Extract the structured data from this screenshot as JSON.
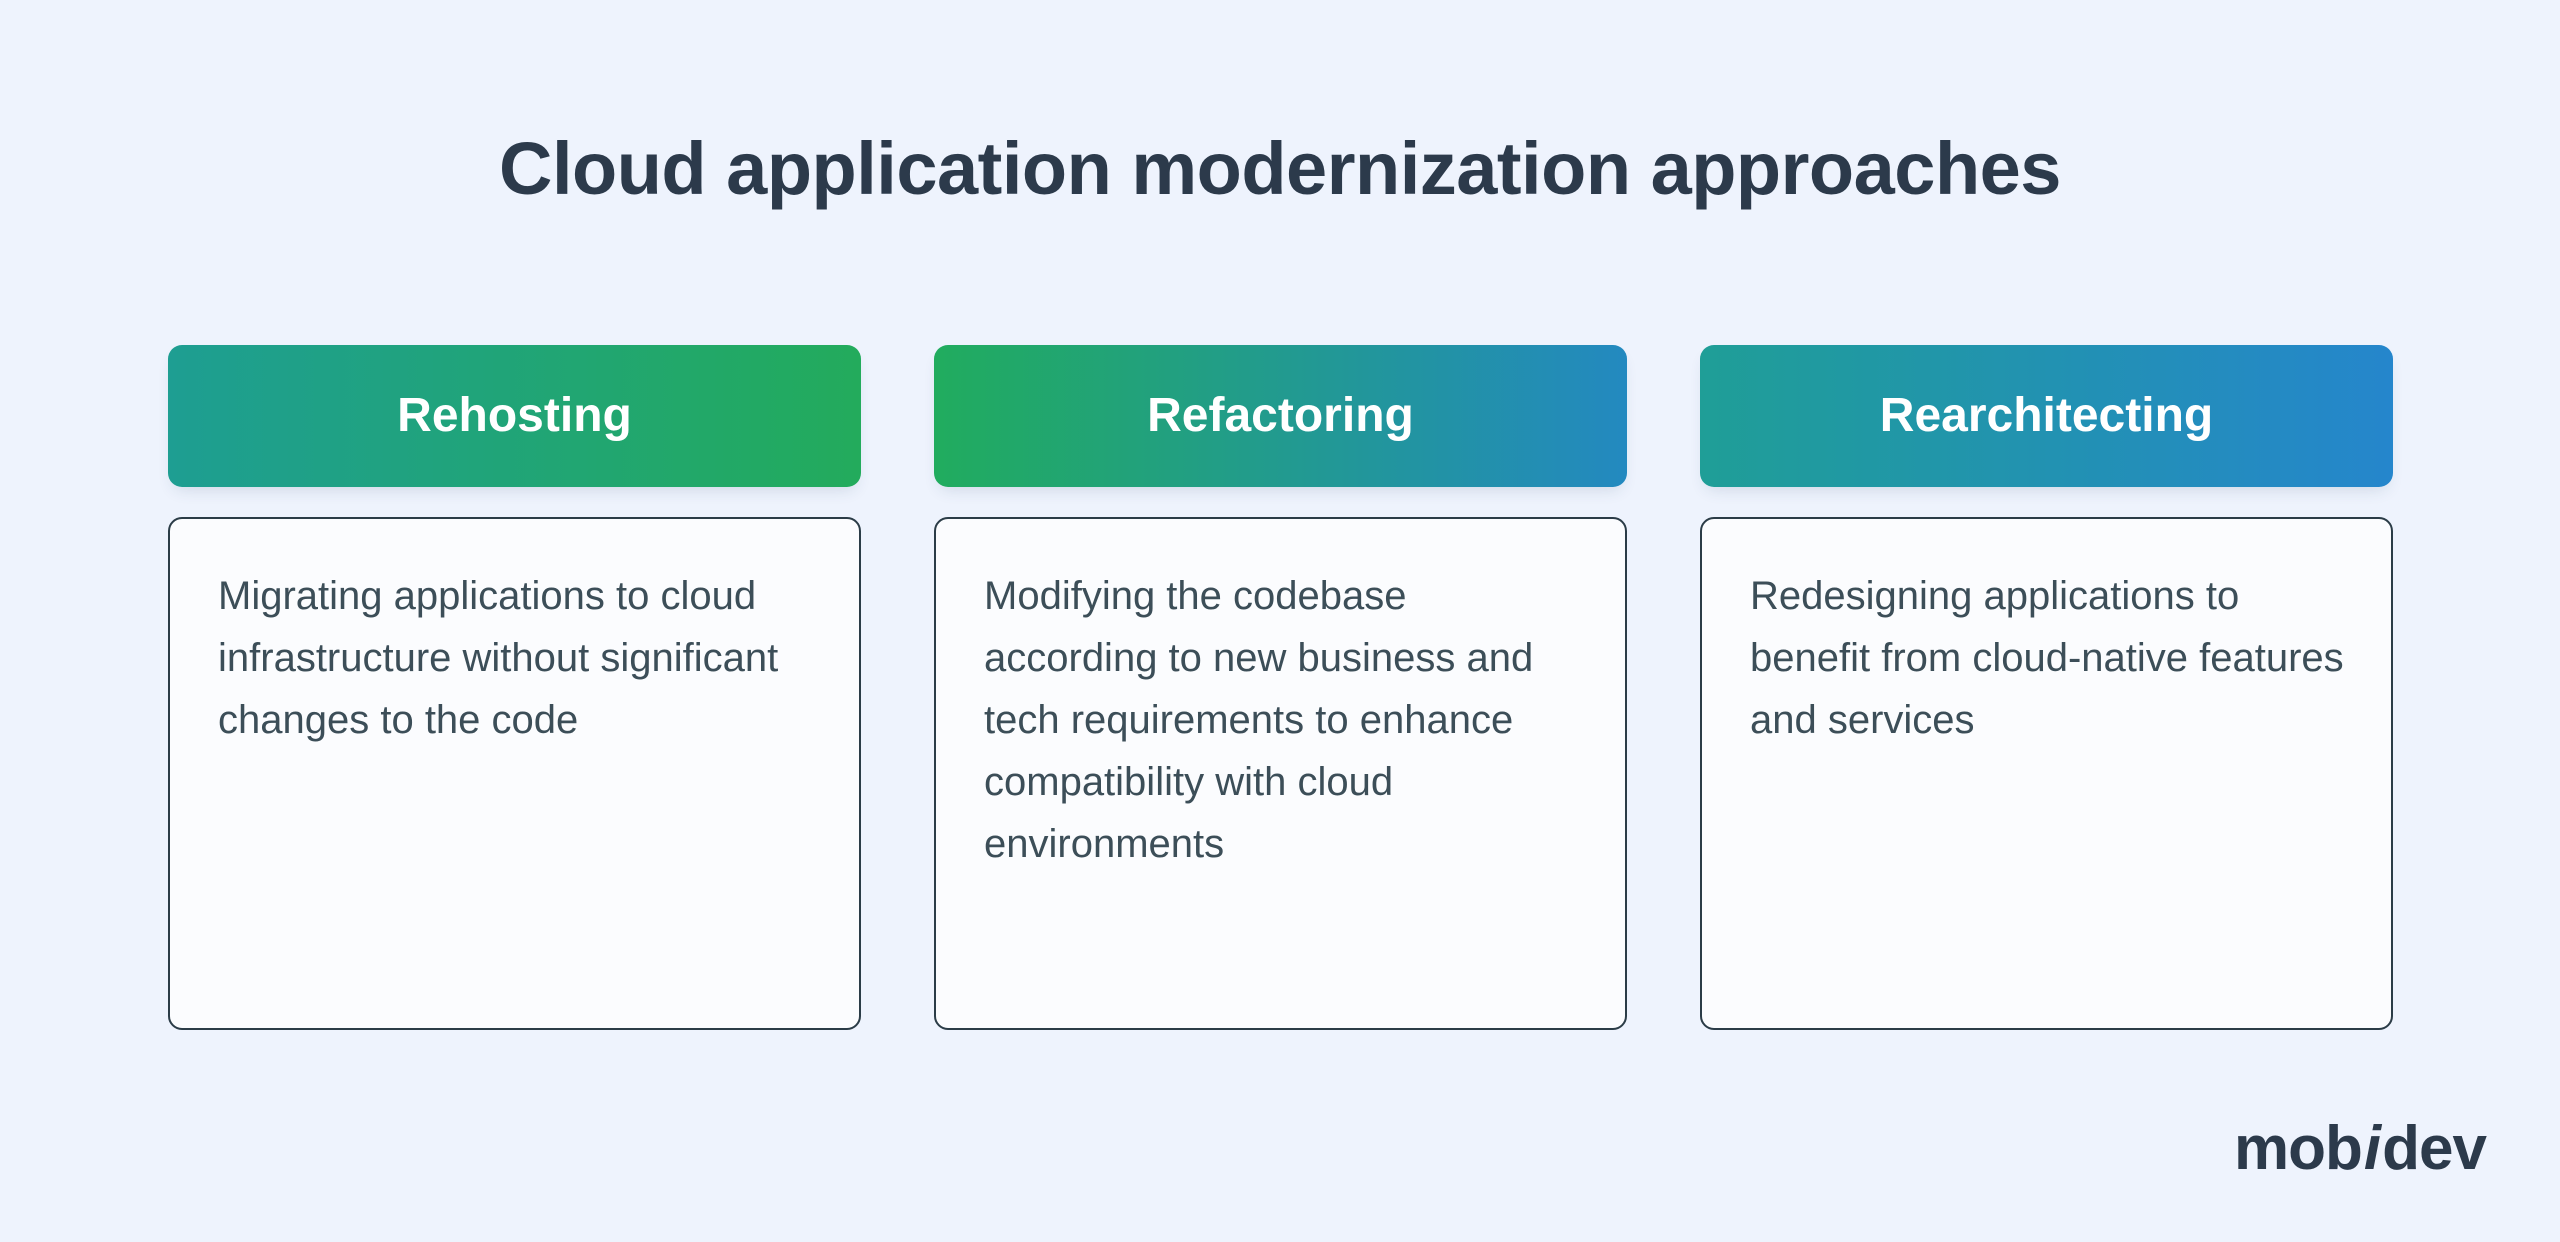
{
  "background_color": "#eef3fd",
  "header": {
    "title": "Cloud application modernization approaches",
    "title_color": "#2c3a4b"
  },
  "cards": [
    {
      "title": "Rehosting",
      "body": "Migrating applications to cloud infrastructure without significant changes to the code",
      "gradient_from": "#1e9e92",
      "gradient_to": "#23ab5c",
      "title_color": "#ffffff",
      "body_color": "#3c4e58",
      "body_background": "#fbfcfe",
      "body_border_color": "#2b3c47"
    },
    {
      "title": "Refactoring",
      "body": "Modifying the codebase according to new business and tech requirements to enhance compatibility with cloud environments",
      "gradient_from": "#21ac5e",
      "gradient_to": "#2389c0",
      "title_color": "#ffffff",
      "body_color": "#3c4e58",
      "body_background": "#fbfcfe",
      "body_border_color": "#2b3c47"
    },
    {
      "title": "Rearchitecting",
      "body": "Redesigning applications to benefit from cloud-native features and services",
      "gradient_from": "#1f9e97",
      "gradient_to": "#2586cc",
      "title_color": "#ffffff",
      "body_color": "#3c4e58",
      "body_background": "#fbfcfe",
      "body_border_color": "#2b3c47"
    }
  ],
  "brand": {
    "part1": "mob",
    "italic": "i",
    "part2": "dev",
    "color": "#2c3a4b"
  }
}
